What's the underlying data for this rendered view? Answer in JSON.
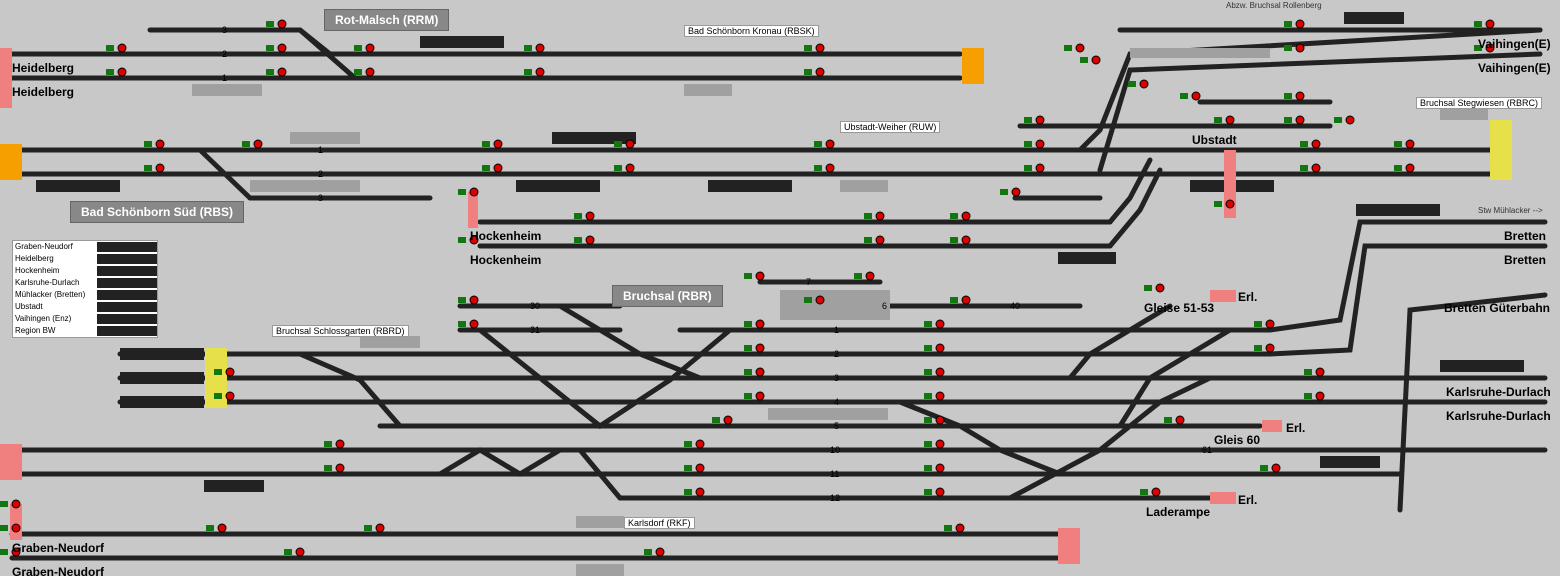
{
  "colors": {
    "track": "#222222",
    "signal_red": "#dd0000",
    "signal_green": "#117711",
    "boundary_orange": "#f5a000",
    "boundary_pink": "#f08080",
    "boundary_yellow": "#e6e04a",
    "background": "#c8c8c8",
    "panel_grey": "#888888"
  },
  "control_areas": {
    "rot_malsch": "Rot-Malsch (RRM)",
    "bad_schoenborn_sued": "Bad Schönborn Süd (RBS)",
    "bruchsal": "Bruchsal (RBR)"
  },
  "boxes": {
    "kronau": "Bad Schönborn Kronau (RBSK)",
    "ubstadt_weiher": "Ubstadt-Weiher (RUW)",
    "stegwiesen": "Bruchsal Stegwiesen (RBRC)",
    "schlossgarten": "Bruchsal Schlossgarten (RBRD)",
    "karlsdorf": "Karlsdorf (RKF)"
  },
  "small_text": {
    "rollenberg": "Abzw. Bruchsal Rollenberg",
    "muehlacker": "Stw Mühlacker -->"
  },
  "destinations": {
    "heidelberg_1": "Heidelberg",
    "heidelberg_2": "Heidelberg",
    "hockenheim_1": "Hockenheim",
    "hockenheim_2": "Hockenheim",
    "vaihingen_1": "Vaihingen(E)",
    "vaihingen_2": "Vaihingen(E)",
    "ubstadt": "Ubstadt",
    "bretten_1": "Bretten",
    "bretten_2": "Bretten",
    "bretten_gueterbahn": "Bretten Güterbahn",
    "karlsruhe_1": "Karlsruhe-Durlach",
    "karlsruhe_2": "Karlsruhe-Durlach",
    "graben_1": "Graben-Neudorf",
    "graben_2": "Graben-Neudorf",
    "gleise_51_53": "Gleise 51-53",
    "gleis_60": "Gleis 60",
    "laderampe": "Laderampe",
    "erl_1": "Erl.",
    "erl_2": "Erl.",
    "erl_3": "Erl."
  },
  "legend": [
    "Graben-Neudorf",
    "Heidelberg",
    "Hockenheim",
    "Karlsruhe-Durlach",
    "Mühlacker (Bretten)",
    "Ubstadt",
    "Vaihingen (Enz)",
    "Region BW"
  ],
  "track_numbers": {
    "t1": "1",
    "t2": "2",
    "t3": "3",
    "t4": "4",
    "t5": "5",
    "t6": "6",
    "t7": "7",
    "t10": "10",
    "t11": "11",
    "t12": "12",
    "t30": "30",
    "t31": "31",
    "t40": "40",
    "t61": "61",
    "r1": "1",
    "r2": "2",
    "r3": "3",
    "u1": "1",
    "u2": "2",
    "u3": "3"
  }
}
